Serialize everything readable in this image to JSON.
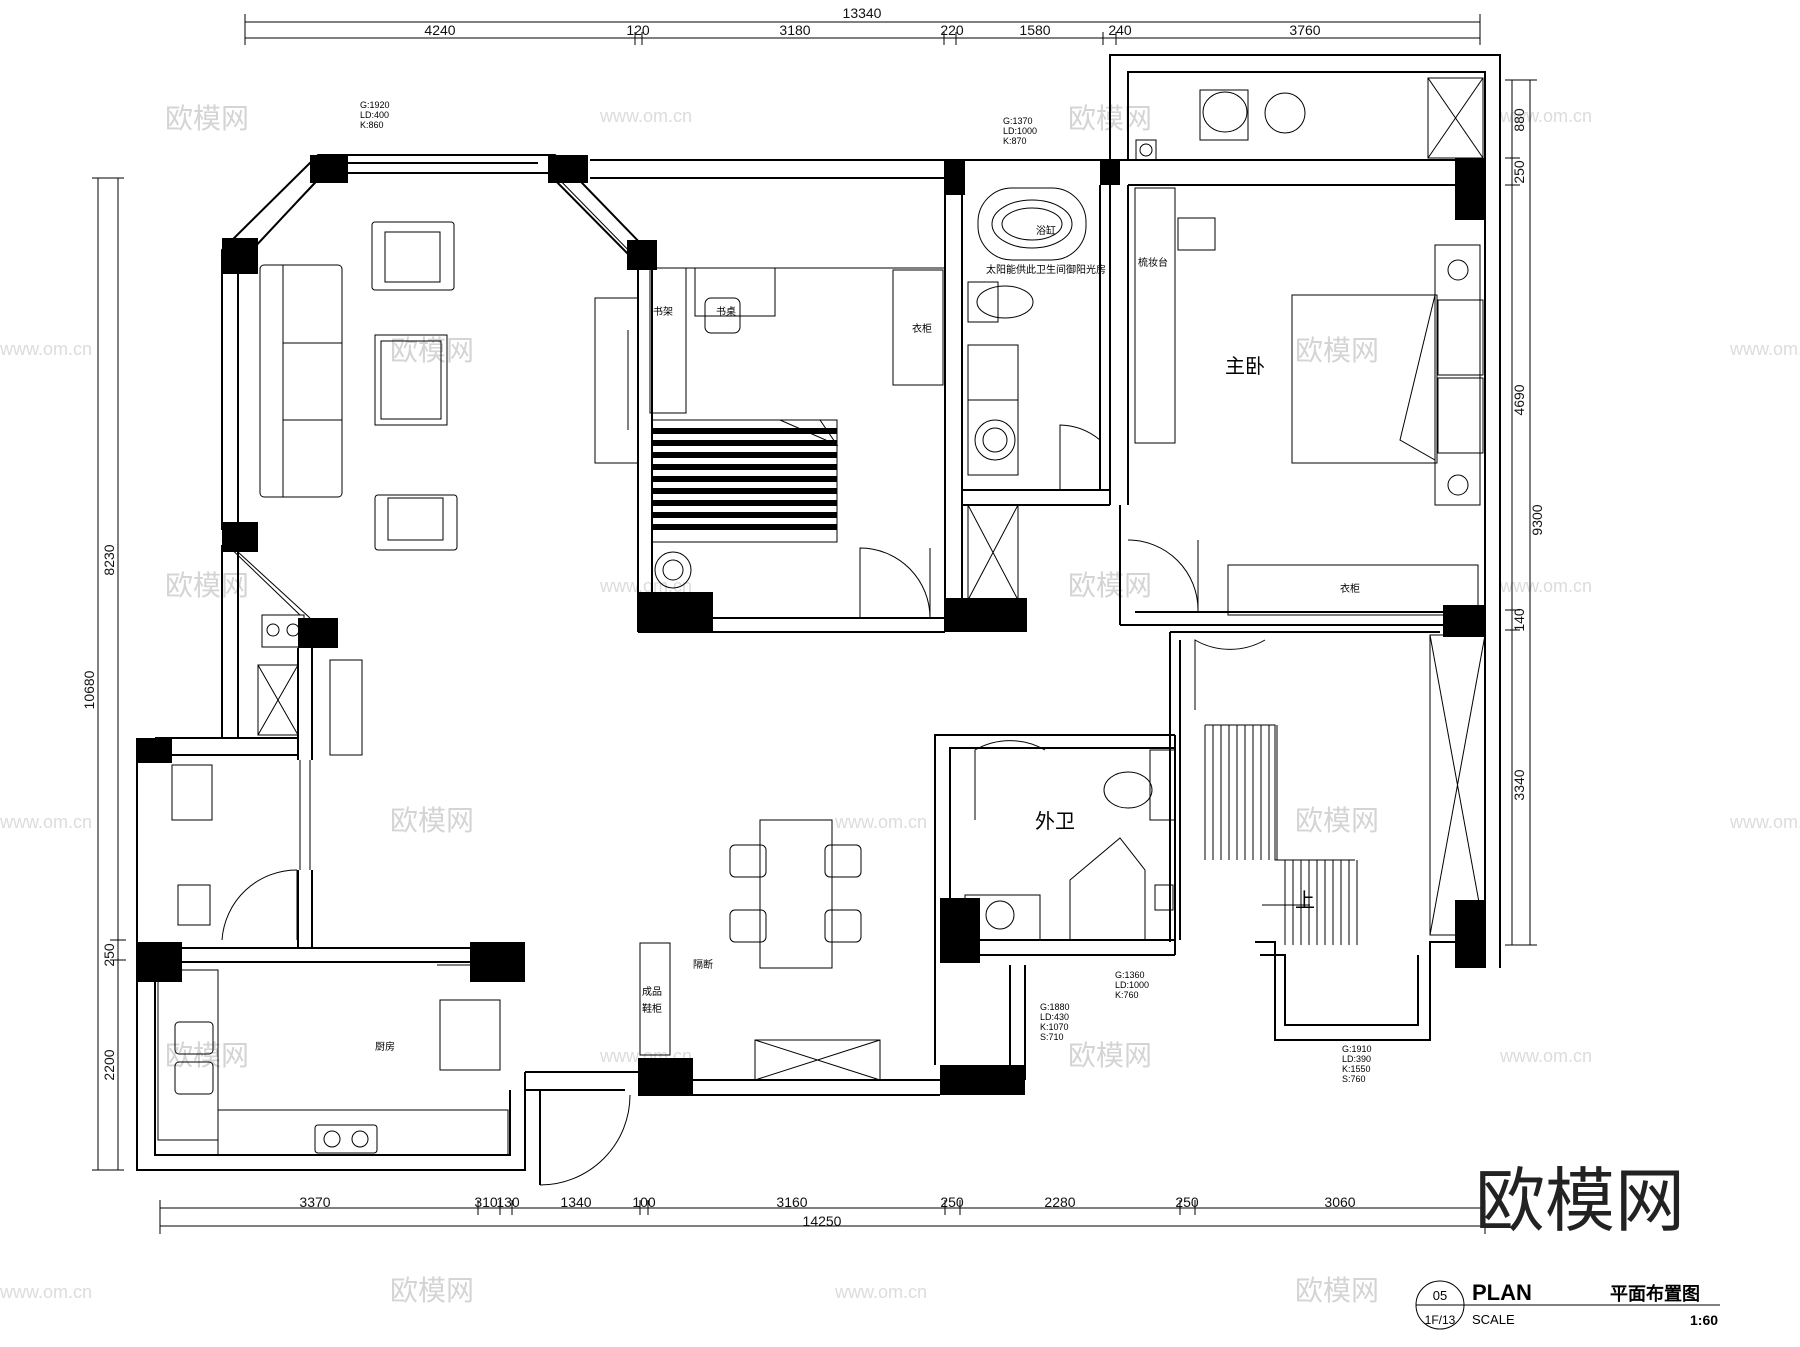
{
  "dims_top_total": "13340",
  "dims_top": [
    "4240",
    "120",
    "3180",
    "220",
    "1580",
    "240",
    "3760"
  ],
  "dims_bottom_total": "14250",
  "dims_bottom": [
    "3370",
    "310",
    "130",
    "1340",
    "100",
    "3160",
    "250",
    "2280",
    "250",
    "3060"
  ],
  "dims_left": [
    "10680",
    "8230",
    "250",
    "2200"
  ],
  "dims_right": [
    "880",
    "250",
    "9300",
    "4690",
    "140",
    "3340"
  ],
  "rooms": {
    "master": "主卧",
    "guest_bath": "外卫",
    "kitchen": "厨房",
    "up": "上"
  },
  "labels": {
    "desk": "书桌",
    "desk_side": "书架",
    "wardrobe1": "衣柜",
    "wardrobe2": "衣柜",
    "vanity": "梳妆台",
    "partition": "隔断",
    "shoe_cab_1": "成品",
    "shoe_cab_2": "鞋柜",
    "bath_note": "太阳能供此卫生间御阳光房",
    "tub": "浴缸"
  },
  "notes": [
    {
      "lines": [
        "G:1920",
        "LD:400",
        "K:860"
      ]
    },
    {
      "lines": [
        "G:1370",
        "LD:1000",
        "K:870"
      ]
    },
    {
      "lines": [
        "G:1360",
        "LD:1000",
        "K:760"
      ]
    },
    {
      "lines": [
        "G:1880",
        "LD:430",
        "K:1070",
        "S:710"
      ]
    },
    {
      "lines": [
        "G:1910",
        "LD:390",
        "K:1550",
        "S:760"
      ]
    }
  ],
  "title_block": {
    "number": "05",
    "sheet": "1F/13",
    "plan": "PLAN",
    "scale_label": "SCALE",
    "title_cn": "平面布置图",
    "scale": "1:60"
  },
  "brand": "欧模网",
  "watermark": "欧模网",
  "watermark_url": "www.om.cn"
}
